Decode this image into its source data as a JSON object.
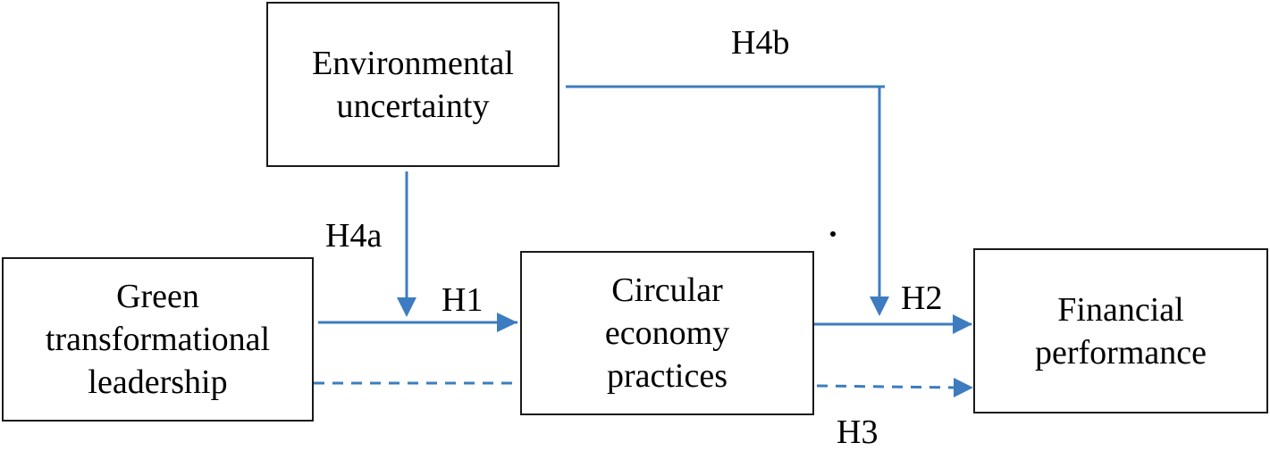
{
  "boxes": {
    "environmental_uncertainty": [
      "Environmental",
      "uncertainty"
    ],
    "green_transformational_leadership": [
      "Green",
      "transformational",
      "leadership"
    ],
    "circular_economy_practices": [
      "Circular",
      "economy",
      "practices"
    ],
    "financial_performance": [
      "Financial",
      "performance"
    ]
  },
  "hypotheses": {
    "h1": "H1",
    "h2": "H2",
    "h3": "H3",
    "h4a": "H4a",
    "h4b": "H4b"
  },
  "colors": {
    "arrow": "#3d7cc0",
    "box_border": "#1a1a1a",
    "text": "#000000"
  }
}
